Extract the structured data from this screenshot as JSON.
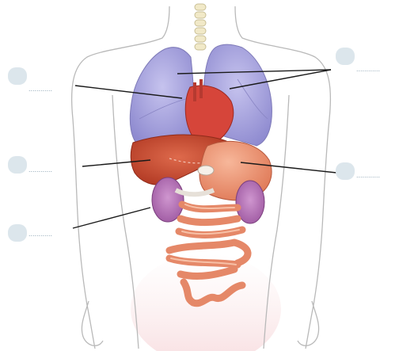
{
  "figure": {
    "type": "anatomy-labeling-diagram",
    "subject": "human torso internal organs",
    "organs_shown": [
      "lungs",
      "heart",
      "liver",
      "stomach",
      "kidneys",
      "intestines",
      "spine"
    ],
    "colors": {
      "lungs": "#a9a6e0",
      "heart": "#d23a2e",
      "liver": "#c8482c",
      "stomach": "#e98a6a",
      "kidneys": "#b678b8",
      "intestines": "#e69070",
      "body_outline": "#b9b9b9",
      "leader_line": "#1a1a1a",
      "blank_label": "#dce6ec"
    }
  },
  "labels": {
    "left_upper": "............",
    "left_middle": "............",
    "left_lower": "............",
    "right_upper": "............",
    "right_middle": "............"
  }
}
